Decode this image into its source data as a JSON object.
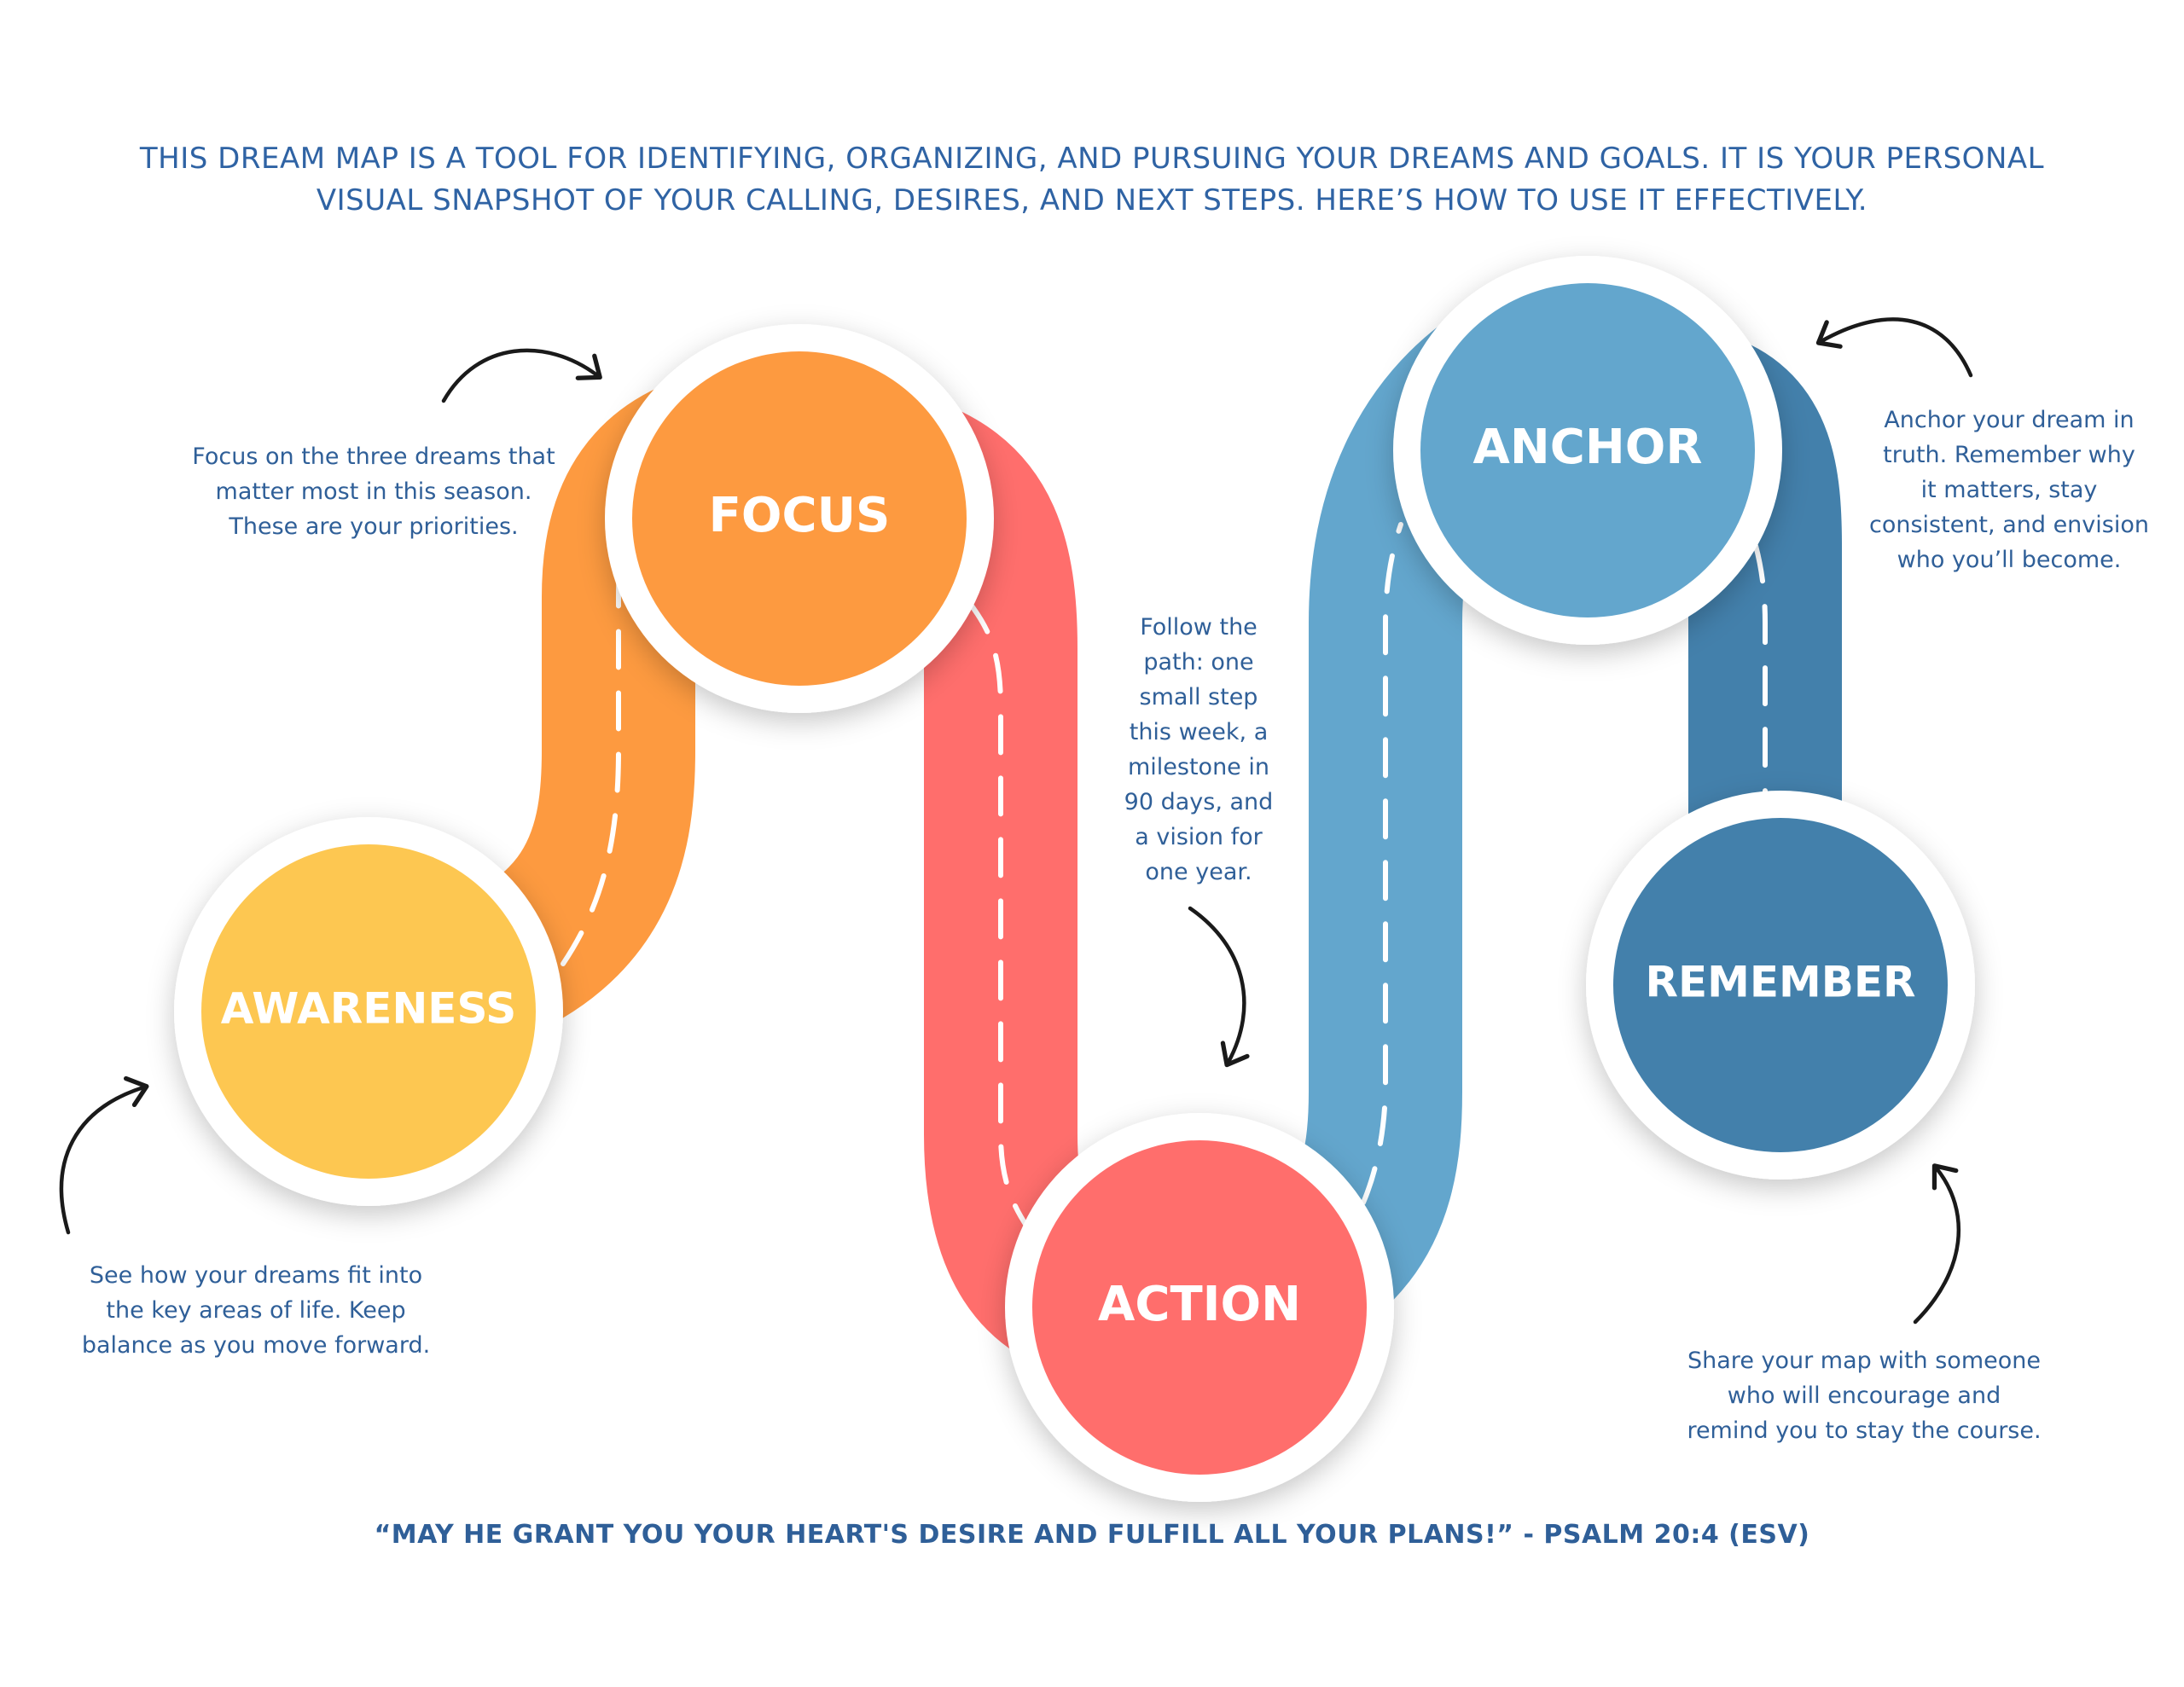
{
  "intro_text": "THIS DREAM MAP IS A TOOL FOR IDENTIFYING, ORGANIZING, AND PURSUING YOUR DREAMS AND GOALS. IT IS YOUR PERSONAL VISUAL SNAPSHOT OF YOUR CALLING, DESIRES, AND NEXT STEPS. HERE’S HOW TO USE IT EFFECTIVELY.",
  "steps": [
    {
      "label": "AWARENESS",
      "color": "#fdc751",
      "description": "See how your dreams fit into\nthe key areas of life. Keep\nbalance as you move forward."
    },
    {
      "label": "FOCUS",
      "color": "#fd9a40",
      "description": "Focus on the three dreams that\nmatter most in this season.\nThese are your priorities."
    },
    {
      "label": "ACTION",
      "color": "#ff6e6c",
      "description": "Follow the\npath: one\nsmall step\nthis week, a\nmilestone in\n90 days, and\na vision for\none year."
    },
    {
      "label": "ANCHOR",
      "color": "#63a6cd",
      "description": "Anchor your dream in\ntruth. Remember why\nit matters, stay\nconsistent, and envision\nwho you’ll become."
    },
    {
      "label": "REMEMBER",
      "color": "#4380ab",
      "description": "Share your map with someone\nwho will encourage and\nremind you to stay the course."
    }
  ],
  "colors": {
    "text": "#2f5f98",
    "road_dash": "#ffffff",
    "arrow": "#1a1a1a"
  },
  "quote": "“MAY HE GRANT YOU YOUR HEART'S DESIRE AND FULFILL ALL YOUR PLANS!” - PSALM 20:4 (ESV)"
}
